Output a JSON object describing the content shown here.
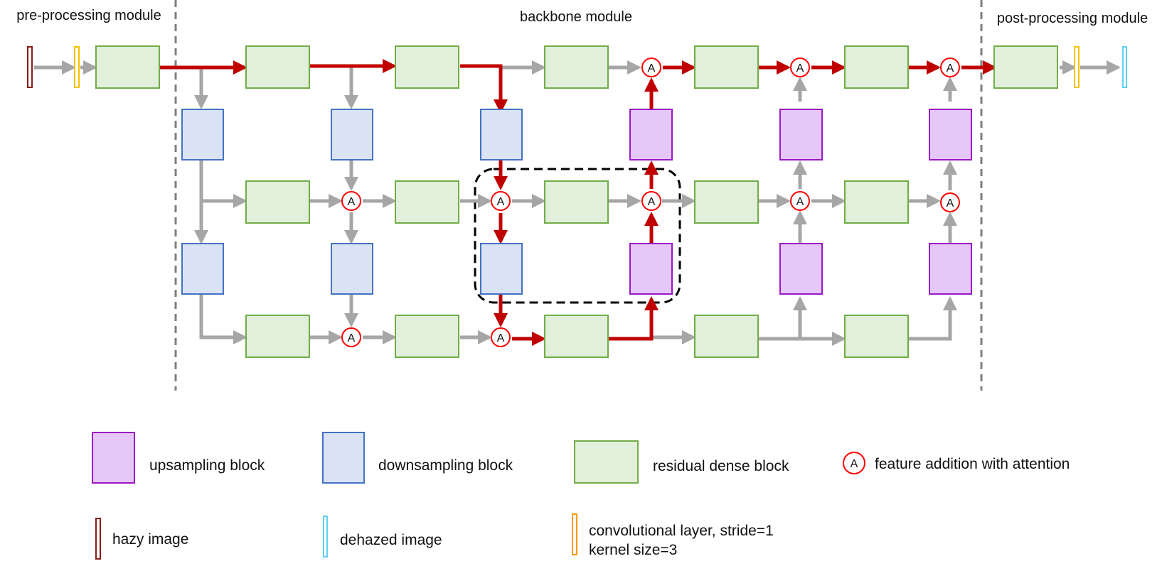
{
  "sections": {
    "pre": "pre-processing module",
    "backbone": "backbone module",
    "post": "post-processing module"
  },
  "attention_node_label": "A",
  "legend": {
    "upsampling": "upsampling block",
    "downsampling": "downsampling block",
    "residual": "residual dense block",
    "attention": "feature addition with attention",
    "hazy": "hazy image",
    "dehazed": "dehazed image",
    "conv_line1": "convolutional layer, stride=1",
    "conv_line2": "kernel size=3"
  },
  "colors": {
    "residual_fill": "#e2efda",
    "residual_border": "#70ad47",
    "downsampling_fill": "#dae3f3",
    "downsampling_border": "#4472c4",
    "upsampling_fill": "#e5c8f9",
    "upsampling_border": "#9b18c7",
    "attention_border": "#ff0000",
    "highlight_path": "#c00000",
    "normal_path": "#a6a6a6"
  }
}
